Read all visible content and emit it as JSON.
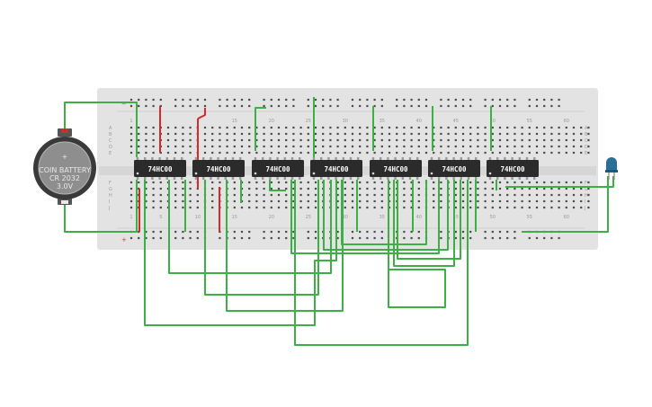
{
  "battery": {
    "label_line1": "COIN BATTERY",
    "label_line2": "CR 2032",
    "label_line3": "3.0V",
    "plus_sign": "+"
  },
  "chips": [
    {
      "label": "74HC00"
    },
    {
      "label": "74HC00"
    },
    {
      "label": "74HC00"
    },
    {
      "label": "74HC00"
    },
    {
      "label": "74HC00"
    },
    {
      "label": "74HC00"
    },
    {
      "label": "74HC00"
    }
  ],
  "breadboard": {
    "top_column_numbers": [
      "1",
      "15",
      "20",
      "25",
      "30",
      "35",
      "40",
      "45",
      "50",
      "55",
      "60"
    ],
    "bottom_column_numbers": [
      "1",
      "5",
      "10",
      "15",
      "20",
      "25",
      "30",
      "35",
      "40",
      "45",
      "50",
      "55",
      "60"
    ],
    "row_letters_top": [
      "A",
      "B",
      "C",
      "D",
      "E"
    ],
    "row_letters_bottom": [
      "F",
      "G",
      "H",
      "I",
      "J"
    ],
    "rail_minus": "−",
    "rail_plus": "+"
  },
  "led": {
    "color": "#2a6f97"
  },
  "colors": {
    "wire_green": "#3cb043",
    "wire_red": "#d42a2a",
    "board": "#e3e3e3",
    "chip": "#2b2b2b"
  }
}
